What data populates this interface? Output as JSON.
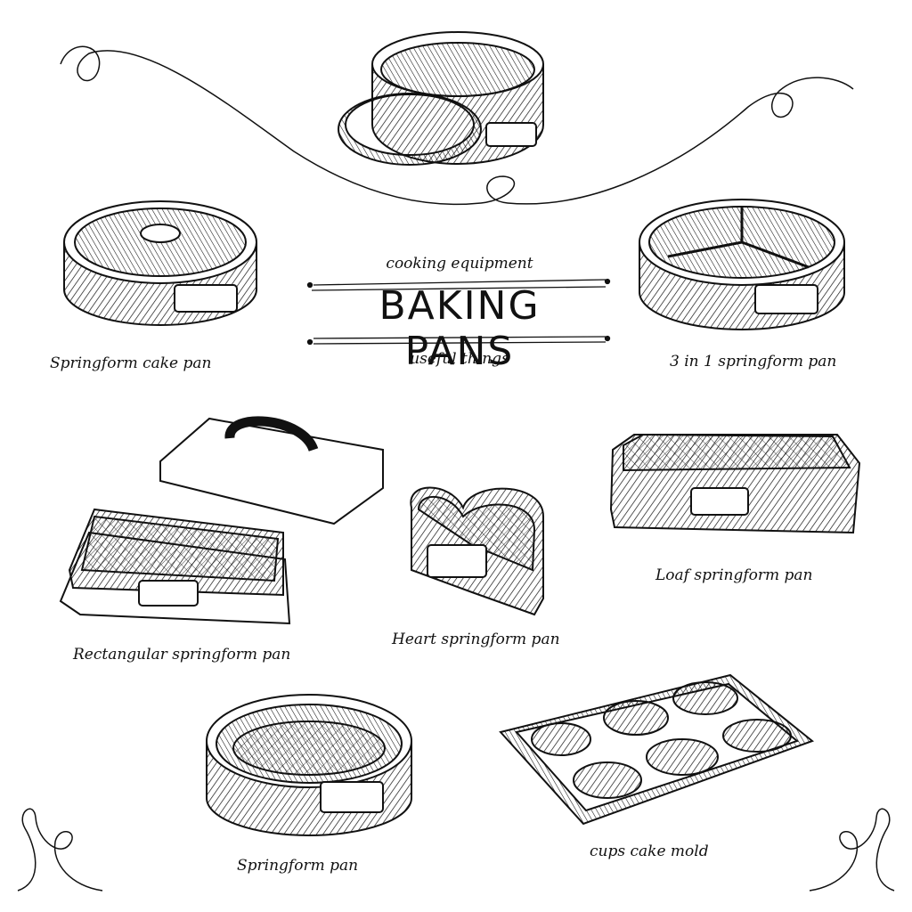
{
  "header": {
    "kicker": "cooking equipment",
    "title": "BAKING PANS",
    "tagline": "useful things"
  },
  "items": [
    {
      "label": "Springform cake pan",
      "icon": "bundt-springform-pan"
    },
    {
      "label": "3 in 1 springform pan",
      "icon": "divided-springform-pan"
    },
    {
      "label": "Rectangular springform pan",
      "icon": "rectangular-springform-pan"
    },
    {
      "label": "Heart springform pan",
      "icon": "heart-springform-pan"
    },
    {
      "label": "Loaf springform pan",
      "icon": "loaf-springform-pan"
    },
    {
      "label": "Springform  pan",
      "icon": "round-springform-pan"
    },
    {
      "label": "cups cake mold",
      "icon": "cupcake-mold"
    }
  ],
  "colors": {
    "ink": "#111111",
    "paper": "#ffffff"
  }
}
